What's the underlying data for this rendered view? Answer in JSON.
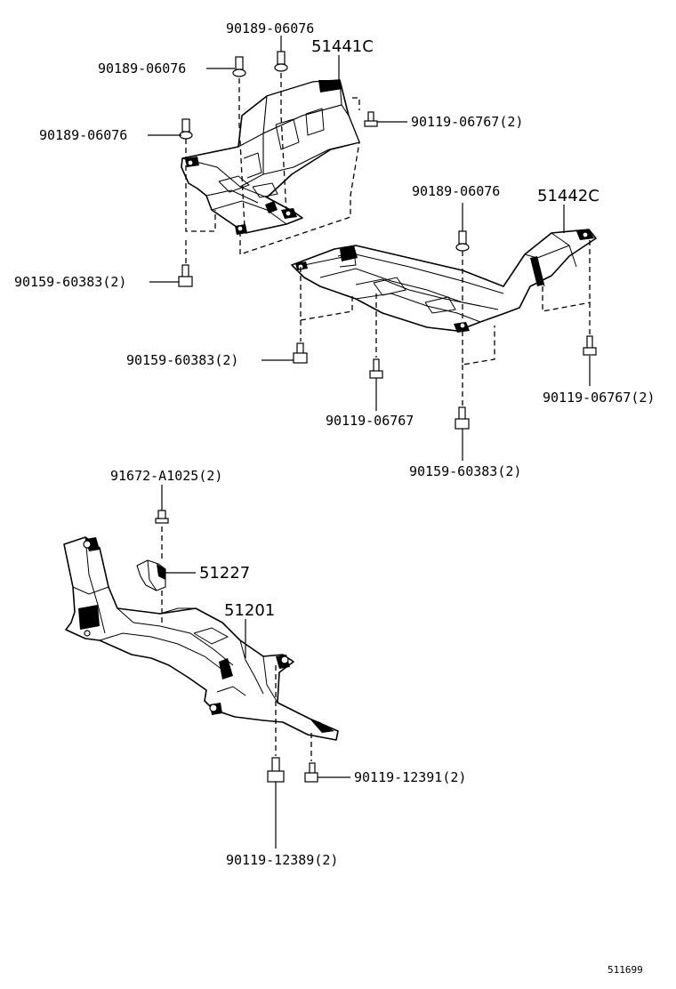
{
  "labels": {
    "l1": "90189-06076",
    "l2": "51441C",
    "l3": "90189-06076",
    "l4": "90119-06767(2)",
    "l5": "90189-06076",
    "l6": "90189-06076",
    "l7": "51442C",
    "l8": "90159-60383(2)",
    "l9": "90159-60383(2)",
    "l10": "90119-06767(2)",
    "l11": "90119-06767",
    "l12": "90159-60383(2)",
    "l13": "91672-A1025(2)",
    "l14": "51227",
    "l15": "51201",
    "l16": "90119-12391(2)",
    "l17": "90119-12389(2)"
  },
  "corner_code": "511699"
}
